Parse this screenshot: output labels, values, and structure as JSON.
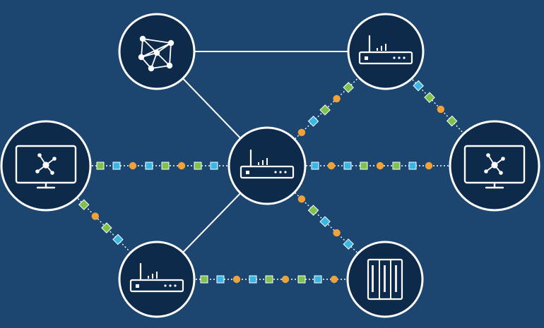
{
  "colors": {
    "background": "#1c4670",
    "node_fill": "#0e2a4a",
    "node_stroke": "#ffffff",
    "link": "#ffffff",
    "packet_blue": "#36b7e6",
    "packet_green": "#7dc24b",
    "packet_orange": "#f0a23a"
  },
  "nodes": [
    {
      "id": "mesh-node",
      "kind": "mesh",
      "icon": "network-mesh-icon"
    },
    {
      "id": "router-top-right",
      "kind": "router",
      "icon": "router-icon"
    },
    {
      "id": "monitor-left",
      "kind": "monitor",
      "icon": "monitor-network-icon"
    },
    {
      "id": "router-center",
      "kind": "router",
      "icon": "router-icon"
    },
    {
      "id": "monitor-right",
      "kind": "monitor",
      "icon": "monitor-network-icon"
    },
    {
      "id": "router-bottom-left",
      "kind": "router",
      "icon": "router-icon"
    },
    {
      "id": "server-bottom-right",
      "kind": "server",
      "icon": "server-rack-icon"
    }
  ],
  "links": [
    {
      "from": "mesh-node",
      "to": "router-top-right",
      "style": "solid"
    },
    {
      "from": "mesh-node",
      "to": "router-center",
      "style": "solid"
    },
    {
      "from": "router-center",
      "to": "router-bottom-left",
      "style": "solid"
    },
    {
      "from": "monitor-left",
      "to": "router-center",
      "style": "packets"
    },
    {
      "from": "router-center",
      "to": "monitor-right",
      "style": "packets"
    },
    {
      "from": "router-center",
      "to": "router-top-right",
      "style": "packets"
    },
    {
      "from": "router-top-right",
      "to": "monitor-right",
      "style": "packets"
    },
    {
      "from": "monitor-left",
      "to": "router-bottom-left",
      "style": "packets"
    },
    {
      "from": "router-center",
      "to": "server-bottom-right",
      "style": "packets"
    },
    {
      "from": "router-bottom-left",
      "to": "server-bottom-right",
      "style": "packets"
    }
  ]
}
